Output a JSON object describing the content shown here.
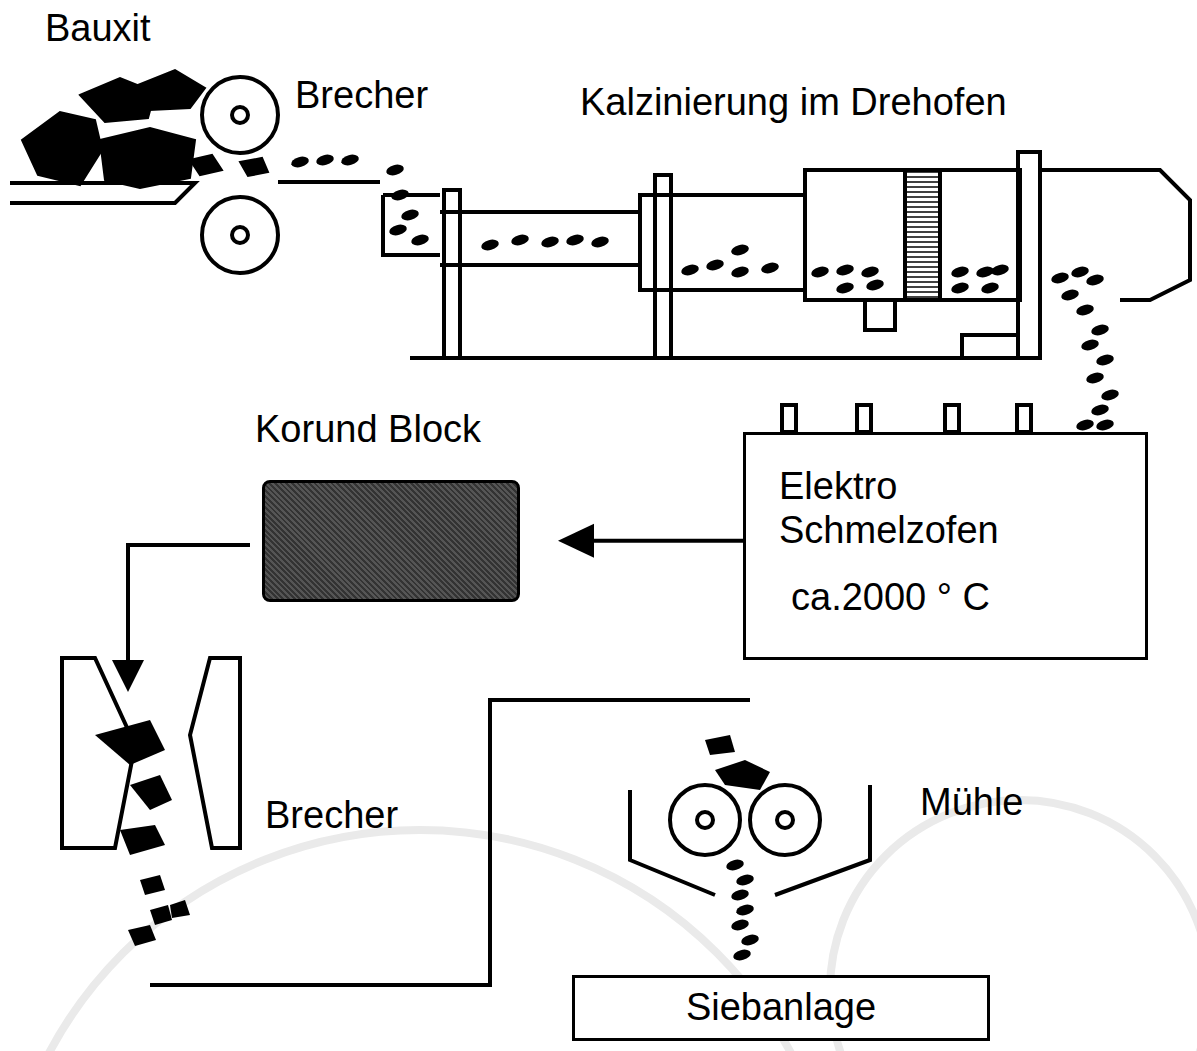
{
  "diagram": {
    "nodes": [
      {
        "text": [
          "Korund Block"
        ]
      },
      {
        "text": [
          "Elektro Schmelzofen",
          "ca.2000 ° C"
        ]
      },
      {
        "text": [
          "Siebanlage"
        ]
      }
    ],
    "edges": [
      {
        "from": 1,
        "to": 0,
        "arrow": "to"
      }
    ],
    "labels": [
      "Bauxit",
      "Brecher",
      "Kalzinierung im Drehofen",
      "Brecher",
      "Mühle"
    ]
  }
}
